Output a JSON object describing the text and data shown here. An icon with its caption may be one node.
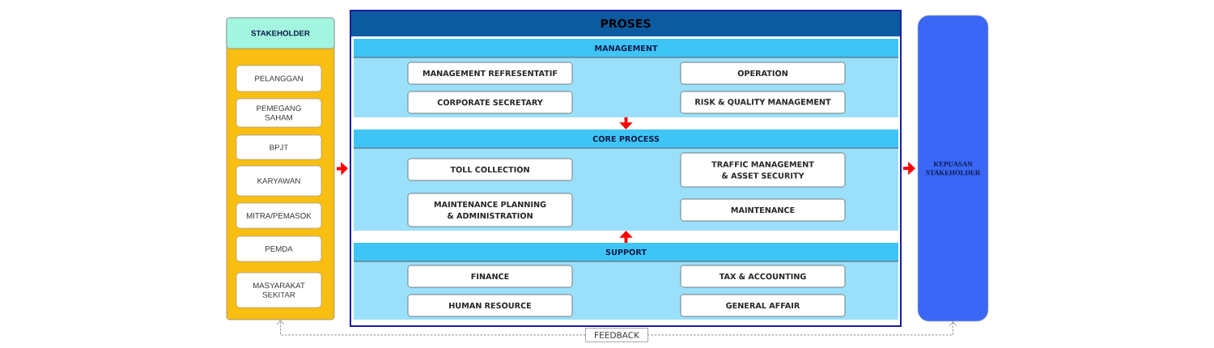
{
  "diagram": {
    "nodes": [
      {
        "text": [
          "STAKEHOLDER"
        ]
      },
      {
        "text": [
          "PELANGGAN"
        ],
        "in": 0
      },
      {
        "text": [
          "PEMEGANG SAHAM"
        ],
        "in": 0
      },
      {
        "text": [
          "BPJT"
        ],
        "in": 0
      },
      {
        "text": [
          "KARYAWAN"
        ],
        "in": 0
      },
      {
        "text": [
          "MITRA/PEMASOK"
        ],
        "in": 0
      },
      {
        "text": [
          "PEMDA"
        ],
        "in": 0
      },
      {
        "text": [
          "MASYARAKAT SEKITAR"
        ],
        "in": 0
      },
      {
        "text": [
          "PROSES"
        ]
      },
      {
        "text": [
          "MANAGEMENT"
        ],
        "in": 8
      },
      {
        "text": [
          "MANAGEMENT REFRESENTATIF"
        ],
        "in": 9
      },
      {
        "text": [
          "OPERATION"
        ],
        "in": 9
      },
      {
        "text": [
          "CORPORATE SECRETARY"
        ],
        "in": 9
      },
      {
        "text": [
          "RISK & QUALITY MANAGEMENT"
        ],
        "in": 9
      },
      {
        "text": [
          "CORE PROCESS"
        ],
        "in": 8
      },
      {
        "text": [
          "TOLL COLLECTION"
        ],
        "in": 14
      },
      {
        "text": [
          "TRAFFIC MANAGEMENT & ASSET SECURITY"
        ],
        "in": 14
      },
      {
        "text": [
          "MAINTENANCE PLANNING & ADMINISTRATION"
        ],
        "in": 14
      },
      {
        "text": [
          "MAINTENANCE"
        ],
        "in": 14
      },
      {
        "text": [
          "SUPPORT"
        ],
        "in": 8
      },
      {
        "text": [
          "FINANCE"
        ],
        "in": 19
      },
      {
        "text": [
          "TAX & ACCOUNTING"
        ],
        "in": 19
      },
      {
        "text": [
          "HUMAN RESOURCE"
        ],
        "in": 19
      },
      {
        "text": [
          "GENERAL AFFAIR"
        ],
        "in": 19
      },
      {
        "text": [
          "KEPUASAN STAKEHOLDER"
        ]
      }
    ],
    "edges": [
      {
        "from": 0,
        "to": 8,
        "arrow": "to"
      },
      {
        "from": 8,
        "to": 24,
        "arrow": "to"
      },
      {
        "from": 9,
        "to": 14,
        "arrow": "to"
      },
      {
        "from": 19,
        "to": 14,
        "arrow": "to"
      },
      {
        "from": 24,
        "to": 0,
        "arrow": "both",
        "label": "FEEDBACK",
        "style": "dashed",
        "color": "#808080"
      }
    ]
  }
}
